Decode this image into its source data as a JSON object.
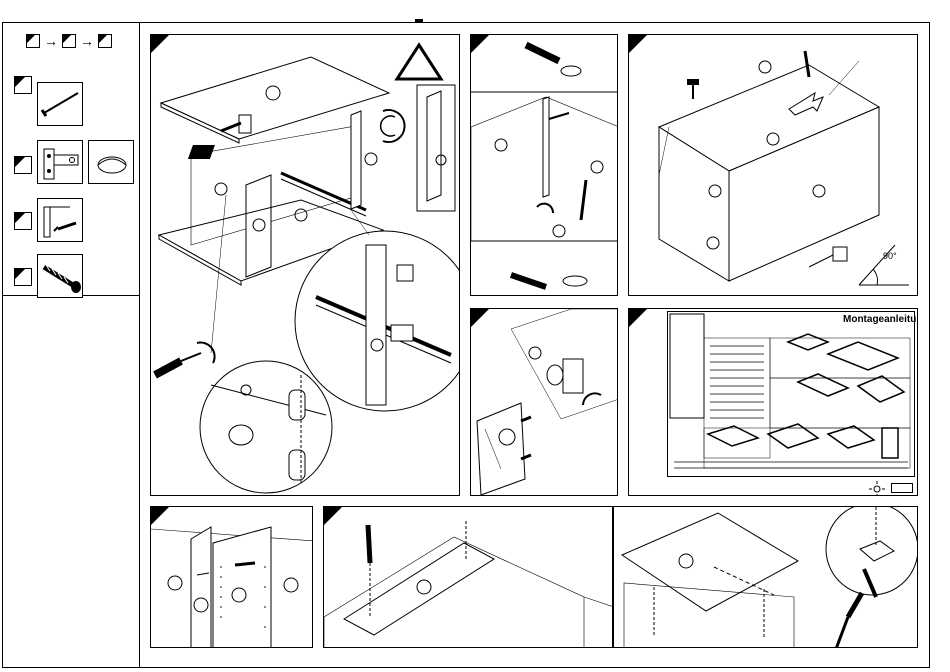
{
  "sheet": {
    "title": "Montageanleitung"
  },
  "warning_icon": "warning-triangle-icon",
  "angle_label": "90°",
  "sequence_arrows": [
    "→",
    "→"
  ],
  "parts": [
    {
      "name": "nail",
      "icon": "nail-icon"
    },
    {
      "name": "hinge",
      "icon": "hinge-icon"
    },
    {
      "name": "cover-cap",
      "icon": "cap-icon"
    },
    {
      "name": "bracket-screw",
      "icon": "bracket-icon"
    },
    {
      "name": "wood-screw",
      "icon": "screw-icon"
    }
  ]
}
